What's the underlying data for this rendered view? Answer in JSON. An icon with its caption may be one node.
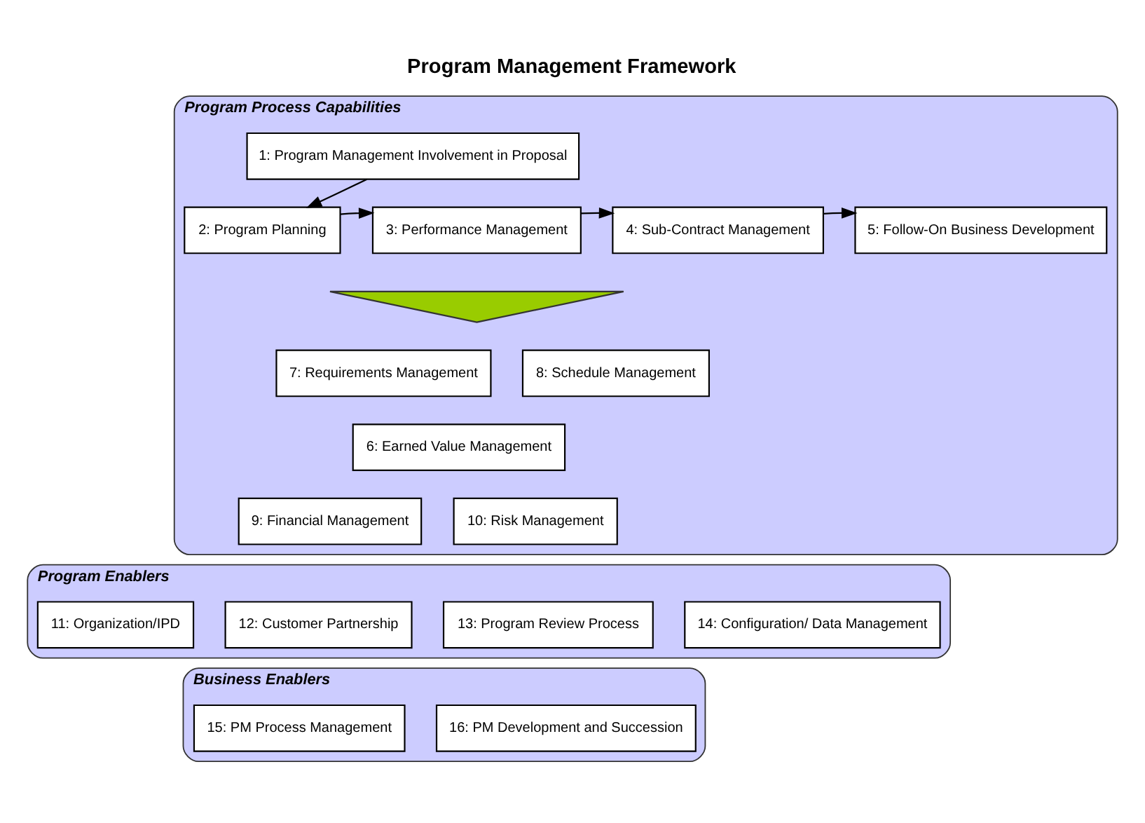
{
  "diagram": {
    "title": "Program Management Framework",
    "nodes": [
      {
        "text": [
          "Program Process Capabilities"
        ]
      },
      {
        "text": [
          "1: Program Management Involvement in Proposal"
        ],
        "in": 0
      },
      {
        "text": [
          "2: Program Planning"
        ],
        "in": 0
      },
      {
        "text": [
          "3: Performance Management"
        ],
        "in": 0
      },
      {
        "text": [
          "4: Sub-Contract Management"
        ],
        "in": 0
      },
      {
        "text": [
          "5: Follow-On Business Development"
        ],
        "in": 0
      },
      {
        "text": [],
        "shape": "triangle",
        "in": 0
      },
      {
        "text": [
          "7: Requirements Management"
        ],
        "in": 0
      },
      {
        "text": [
          "8: Schedule Management"
        ],
        "in": 0
      },
      {
        "text": [
          "6: Earned Value Management"
        ],
        "in": 0
      },
      {
        "text": [
          "9: Financial Management"
        ],
        "in": 0
      },
      {
        "text": [
          "10: Risk Management"
        ],
        "in": 0
      },
      {
        "text": [
          "Program Enablers"
        ]
      },
      {
        "text": [
          "11: Organization/IPD"
        ],
        "in": 12
      },
      {
        "text": [
          "12: Customer Partnership"
        ],
        "in": 12
      },
      {
        "text": [
          "13: Program Review Process"
        ],
        "in": 12
      },
      {
        "text": [
          "14: Configuration/ Data Management"
        ],
        "in": 12
      },
      {
        "text": [
          "Business Enablers"
        ]
      },
      {
        "text": [
          "15: PM Process Management"
        ],
        "in": 17
      },
      {
        "text": [
          "16: PM Development and Succession"
        ],
        "in": 17
      }
    ],
    "edges": [
      {
        "from": 1,
        "to": 2,
        "arrow": "to"
      },
      {
        "from": 2,
        "to": 3,
        "arrow": "to"
      },
      {
        "from": 3,
        "to": 4,
        "arrow": "to"
      },
      {
        "from": 4,
        "to": 5,
        "arrow": "to"
      }
    ]
  }
}
